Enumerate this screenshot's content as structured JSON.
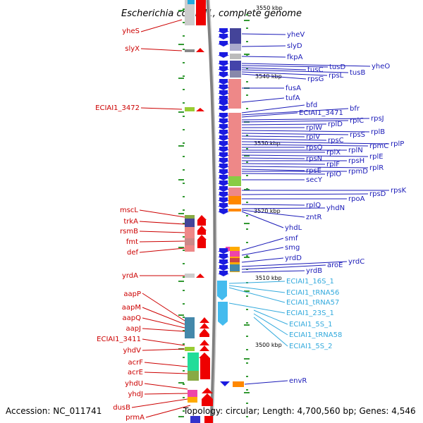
{
  "title": "Escherichia coli IAI1, complete genome",
  "footer": {
    "accession": "Accession: NC_011741",
    "info": "Topology: circular; Length: 4,700,560 bp; Genes: 4,546"
  },
  "kbp_labels": [
    "3550 kbp",
    "3540 kbp",
    "3530 kbp",
    "3520 kbp",
    "3510 kbp",
    "3500 kbp"
  ],
  "left_genes": [
    "yheS",
    "slyX",
    "ECIAI1_3472",
    "mscL",
    "trkA",
    "rsmB",
    "fmt",
    "def",
    "yrdA",
    "aapP",
    "aapM",
    "aapQ",
    "aapJ",
    "ECIAI1_3411",
    "yhdV",
    "acrF",
    "acrE",
    "yhdU",
    "yhdJ",
    "dusB",
    "prmA"
  ],
  "right_genes": [
    "yheV",
    "slyD",
    "fkpA",
    "yheO",
    "tusD",
    "tusC",
    "tusB",
    "rpsL",
    "rpsG",
    "fusA",
    "tufA",
    "bfd",
    "bfr",
    "ECIAI1_3471",
    "rpsJ",
    "rplC",
    "rplD",
    "rplW",
    "rplB",
    "rpsS",
    "rplV",
    "rpsC",
    "rplP",
    "rpmC",
    "rpsQ",
    "rplN",
    "rplX",
    "rplE",
    "rpsN",
    "rpsH",
    "rplF",
    "rplR",
    "rpsE",
    "rpmD",
    "rplO",
    "secY",
    "rpsK",
    "rpsD",
    "rpoA",
    "rplQ",
    "yhdN",
    "zntR",
    "yhdL",
    "smf",
    "smg",
    "yrdD",
    "yrdC",
    "aroE",
    "yrdB",
    "ECIAI1_16S_1",
    "ECIAI1_tRNA56",
    "ECIAI1_tRNA57",
    "ECIAI1_23S_1",
    "ECIAI1_5S_1",
    "ECIAI1_tRNA58",
    "ECIAI1_5S_2",
    "envR"
  ]
}
